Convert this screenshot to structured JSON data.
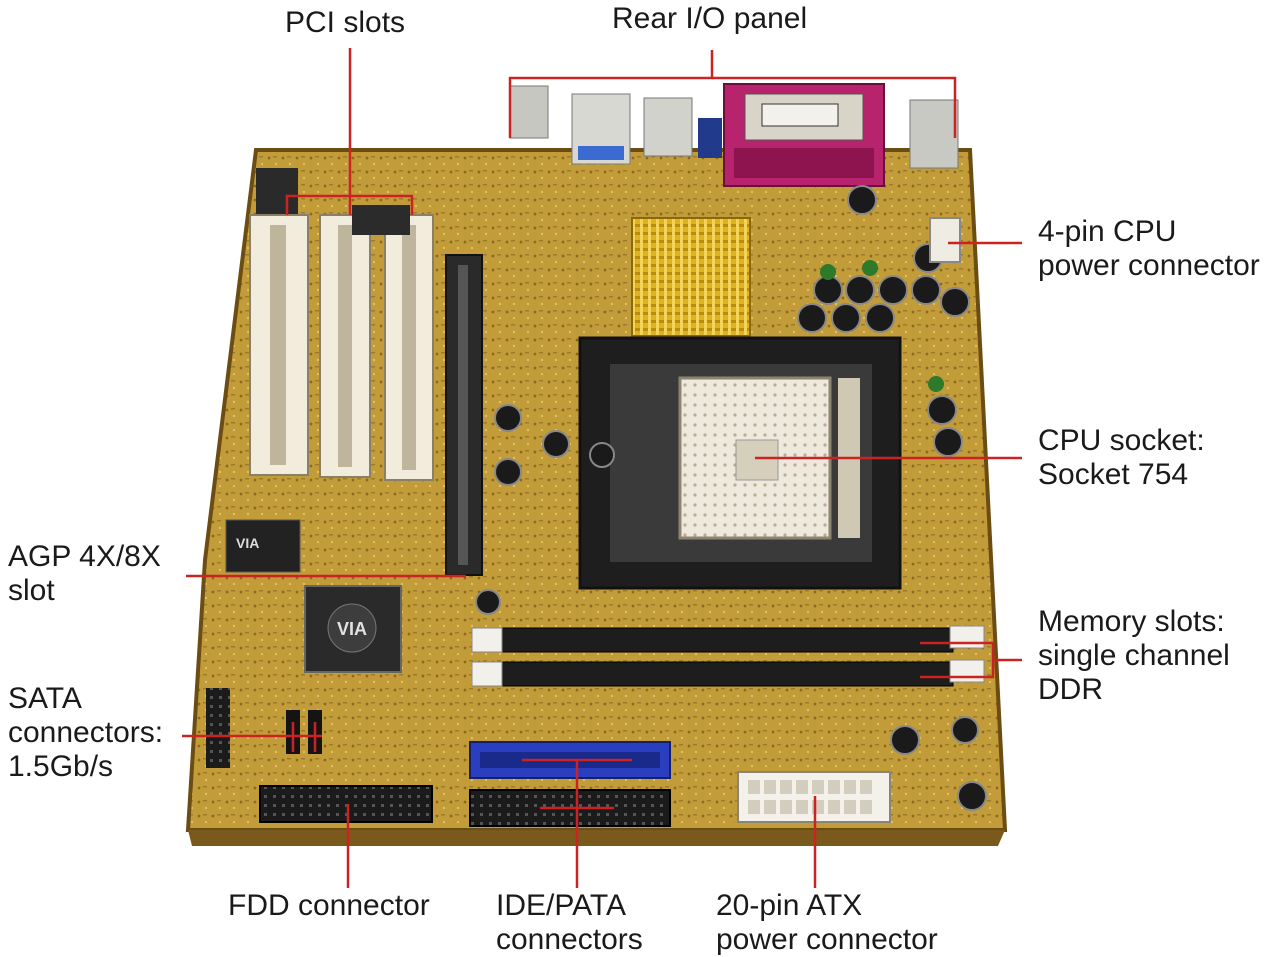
{
  "labels": {
    "pci_slots": "PCI slots",
    "rear_io": "Rear I/O panel",
    "cpu_power": {
      "line1": "4-pin CPU",
      "line2": "power connector"
    },
    "cpu_socket": {
      "line1": "CPU socket:",
      "line2": "Socket 754"
    },
    "agp": {
      "line1": "AGP 4X/8X",
      "line2": "slot"
    },
    "memory": {
      "line1": "Memory slots:",
      "line2": "single channel",
      "line3": "DDR"
    },
    "sata": {
      "line1": "SATA",
      "line2": "connectors:",
      "line3": "1.5Gb/s"
    },
    "fdd": "FDD connector",
    "ide": {
      "line1": "IDE/PATA",
      "line2": "connectors"
    },
    "atx": {
      "line1": "20-pin ATX",
      "line2": "power connector"
    }
  },
  "chip_text": {
    "northbridge": "VIA",
    "southbridge": "VIA"
  },
  "colors": {
    "pcb": "#c9a23c",
    "pcb_dark": "#7a5a1c",
    "leader": "#cc2222",
    "parallel_port": "#b8236e",
    "ide_blue": "#2a3fbf",
    "heatsink": "#e0b31e"
  }
}
